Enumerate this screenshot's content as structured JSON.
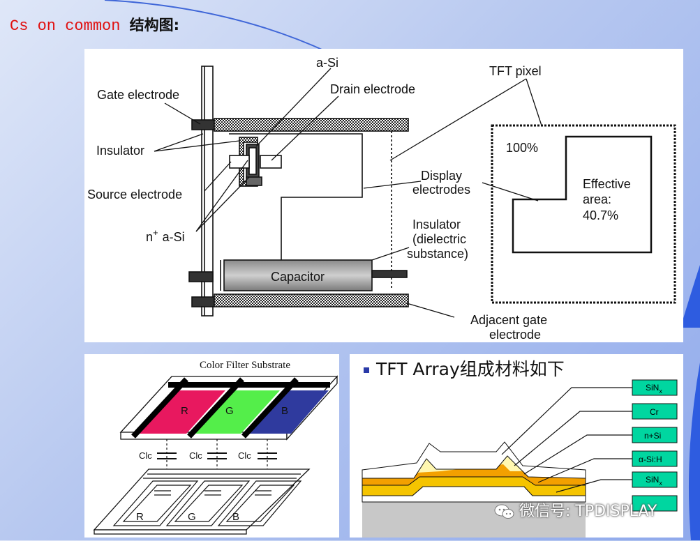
{
  "slide": {
    "title_code": "Cs on common",
    "title_cn": "结构图:"
  },
  "pixel_diagram": {
    "labels": {
      "a_si": "a-Si",
      "gate_electrode": "Gate electrode",
      "drain_electrode": "Drain electrode",
      "tft_pixel": "TFT pixel",
      "insulator": "Insulator",
      "source_electrode": "Source electrode",
      "display_electrodes_1": "Display",
      "display_electrodes_2": "electrodes",
      "n_plus": "n",
      "n_plus_sup": "+",
      "n_plus_asi": "a-Si",
      "insulator_dielectric_1": "Insulator",
      "insulator_dielectric_2": "(dielectric",
      "insulator_dielectric_3": "substance)",
      "capacitor": "Capacitor",
      "adjacent_gate_1": "Adjacent gate",
      "adjacent_gate_2": "electrode",
      "full_area": "100%",
      "effective_1": "Effective",
      "effective_2": "area:",
      "effective_3": "40.7%"
    }
  },
  "color_filter": {
    "title": "Color Filter Substrate",
    "cells": [
      "R",
      "G",
      "B"
    ],
    "cap_labels": [
      "Clc",
      "Clc",
      "Clc"
    ],
    "colors": {
      "r": "#e8185f",
      "g": "#54ee4a",
      "b": "#2f3a9e"
    }
  },
  "tft_array": {
    "heading": "TFT Array组成材料如下",
    "layers": [
      "SiN",
      "Cr",
      "n+Si",
      "α-Si:H",
      "SiN"
    ],
    "layer_subs": [
      "x",
      "",
      "",
      "",
      "x"
    ],
    "tag_color": "#00d6a0"
  },
  "watermark": {
    "text": "微信号: TPDISPLAY"
  }
}
